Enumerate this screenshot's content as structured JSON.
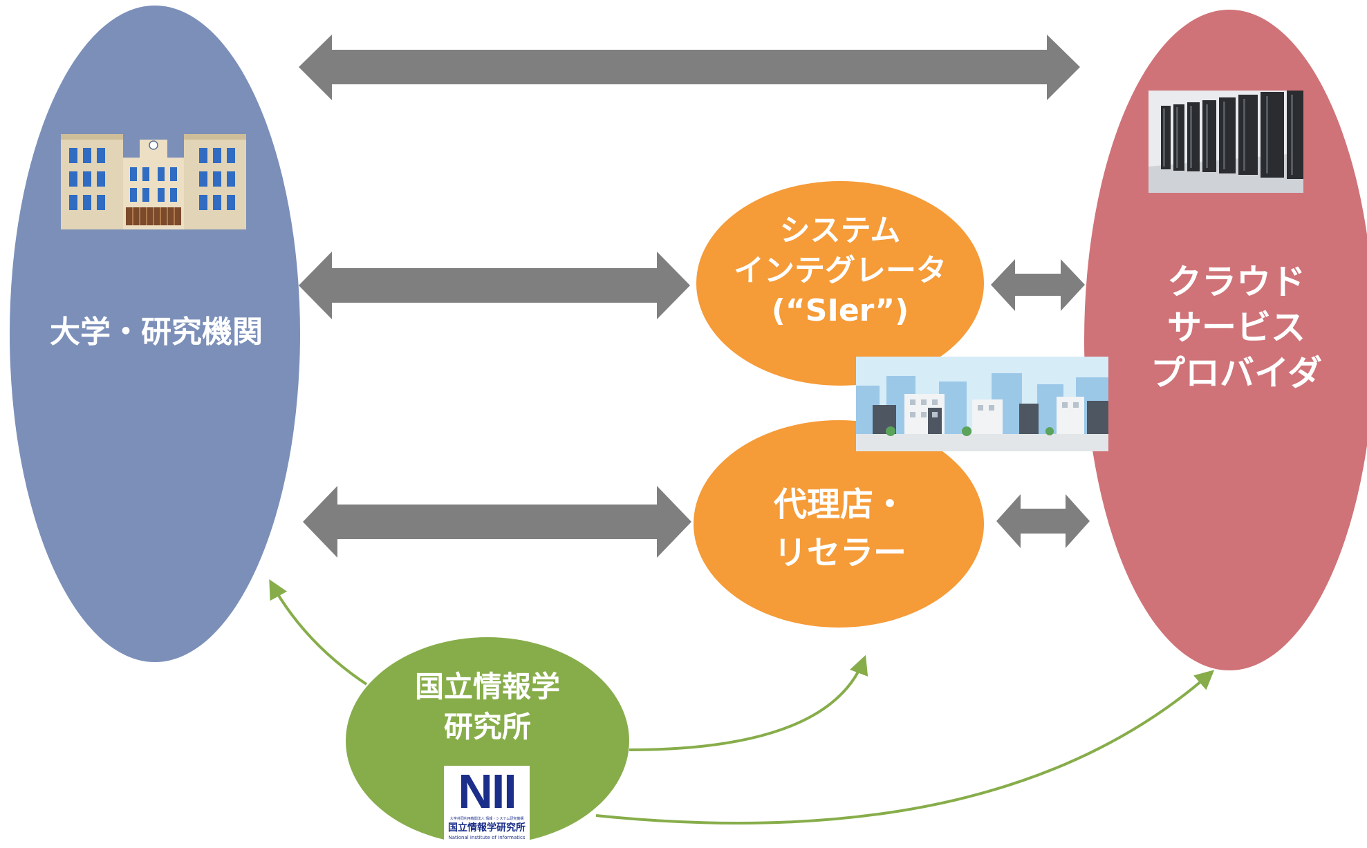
{
  "colors": {
    "university": "#7b8fb9",
    "cloud": "#cf7378",
    "partner": "#f59b38",
    "nii": "#87ad4a",
    "arrow": "#7f7f7f",
    "curve": "#87ad4a",
    "label_text": "#ffffff"
  },
  "nodes": {
    "university": {
      "label": "大学・研究機関",
      "icon": "university-building-icon"
    },
    "cloud": {
      "lines": [
        "クラウド",
        "サービス",
        "プロバイダ"
      ],
      "icon": "server-rack-icon"
    },
    "sier": {
      "lines": [
        "システム",
        "インテグレータ",
        "(“SIer”)"
      ]
    },
    "reseller": {
      "lines": [
        "代理店・",
        "リセラー"
      ]
    },
    "nii": {
      "lines": [
        "国立情報学",
        "研究所"
      ],
      "logo_mark": "NII",
      "logo_small_top": "大学共同利用機関法人 情報・システム研究機構",
      "logo_jp": "国立情報学研究所",
      "logo_en": "National Institute of Informatics"
    }
  },
  "images": {
    "cityscape": "city-buildings-icon"
  }
}
